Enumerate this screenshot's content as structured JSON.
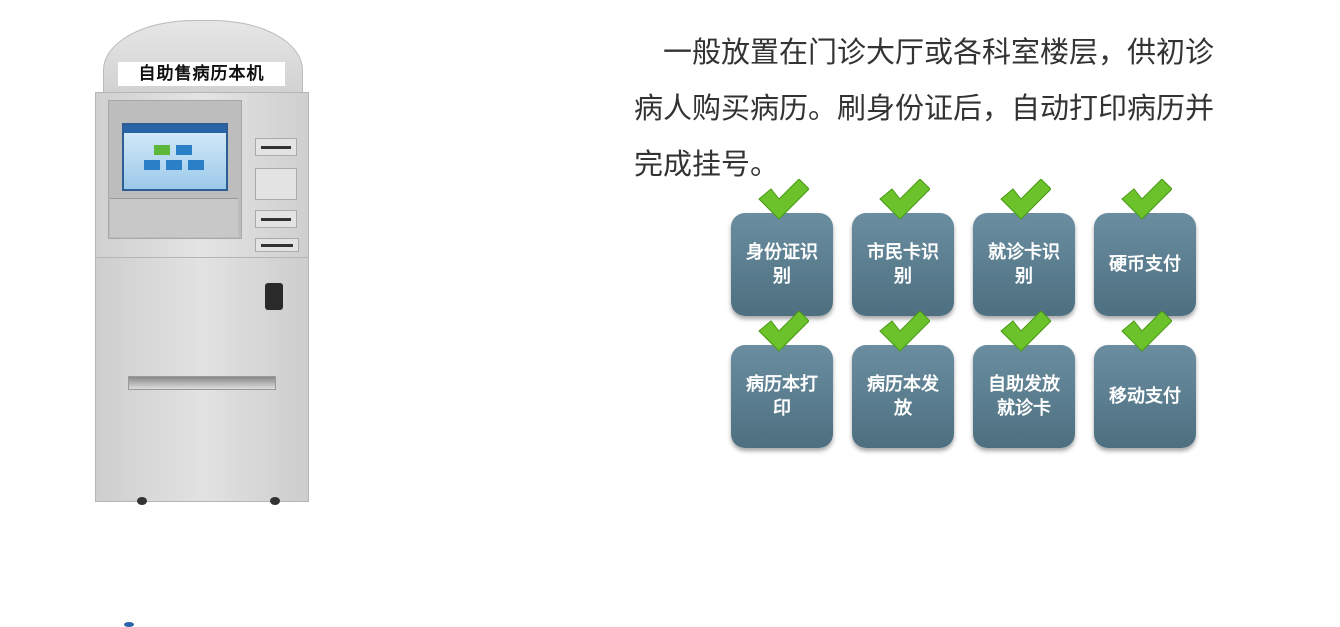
{
  "kiosk": {
    "sign": "自助售病历本机"
  },
  "description": [
    "　一般放置在门诊大厅或各科室楼层，供初诊",
    "病人购买病历。刷身份证后，自动打印病历并",
    "完成挂号。"
  ],
  "features": [
    {
      "label": "身份证识别"
    },
    {
      "label": "市民卡识别"
    },
    {
      "label": "就诊卡识别"
    },
    {
      "label": "硬币支付"
    },
    {
      "label": "病历本打印"
    },
    {
      "label": "病历本发放"
    },
    {
      "label": "自助发放就诊卡"
    },
    {
      "label": "移动支付"
    }
  ],
  "colors": {
    "tile": "#5a7d8f",
    "check": "#6cc22a"
  }
}
